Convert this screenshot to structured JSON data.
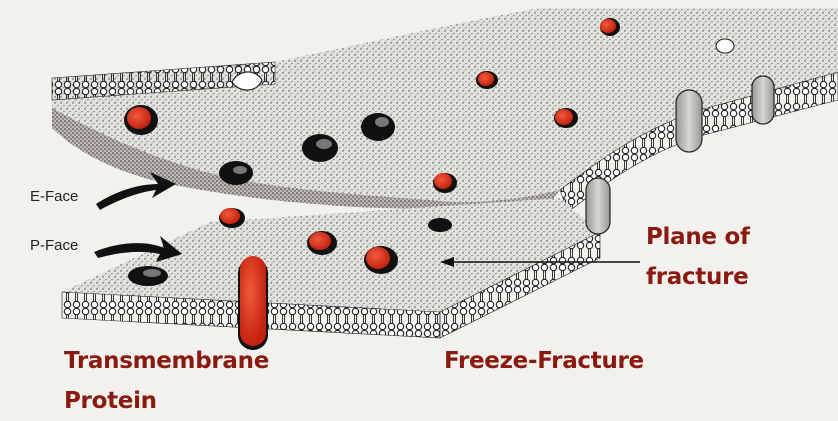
{
  "labels": {
    "e_face": "E-Face",
    "p_face": "P-Face",
    "plane_line1": "Plane of",
    "plane_line2": "fracture",
    "transmembrane_line1": "Transmembrane",
    "transmembrane_line2": "Protein",
    "freeze_fracture": "Freeze-Fracture"
  },
  "colors": {
    "label_red": "#8a1a10",
    "protein_red": "#d8321c",
    "background": "#f3f1ee",
    "stipple": "#3a3a3a"
  }
}
